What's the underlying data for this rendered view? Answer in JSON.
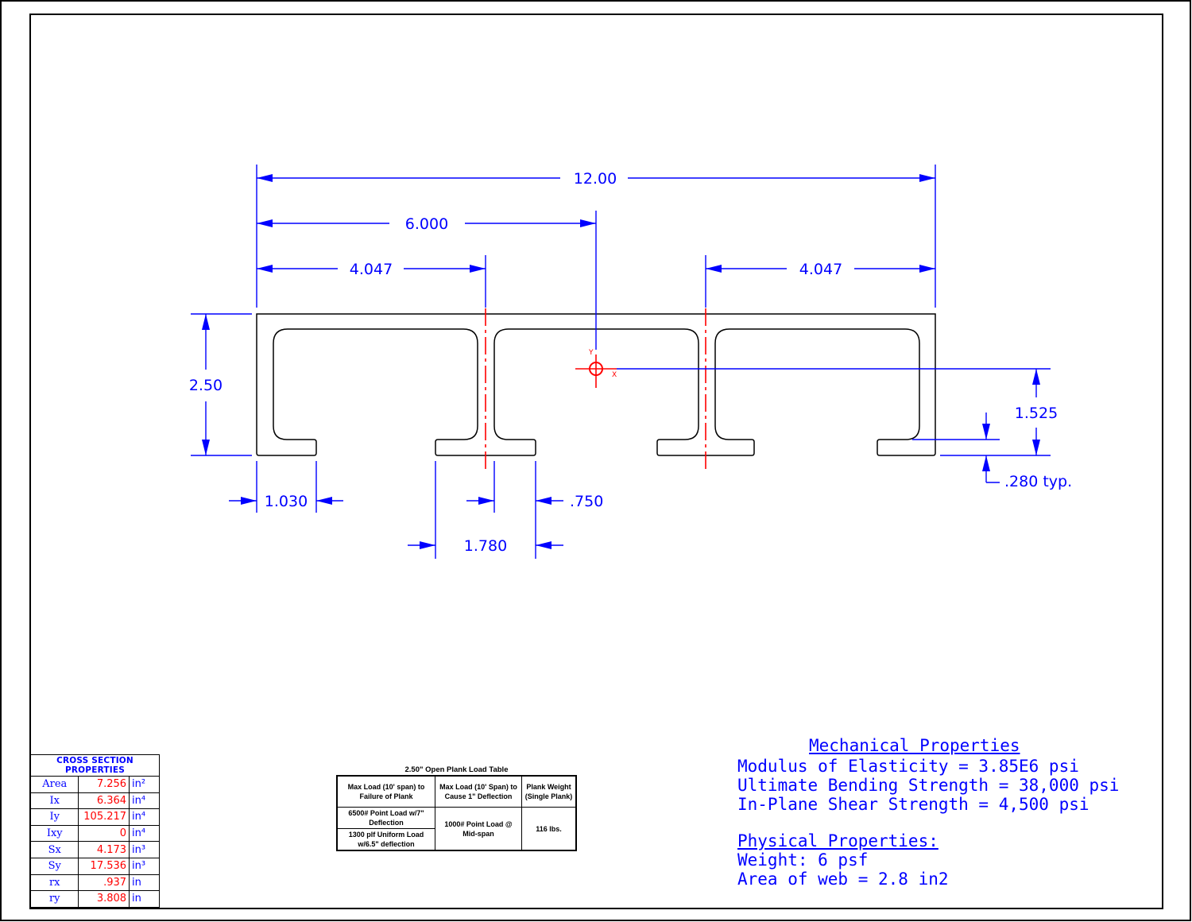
{
  "dimensions": {
    "overall_width": "12.00",
    "centroid_x": "6.000",
    "left_cl": "4.047",
    "right_cl": "4.047",
    "height": "2.50",
    "centroid_y": "1.525",
    "flange_thickness": ".280 typ.",
    "outer_lip": "1.030",
    "web": ".750",
    "inner_lip": "1.780"
  },
  "axis_labels": {
    "y": "Y",
    "x": "X"
  },
  "cross_section_properties": {
    "title": "CROSS SECTION PROPERTIES",
    "rows": [
      {
        "name": "Area",
        "value": "7.256",
        "unit": "in²"
      },
      {
        "name": "Ix",
        "value": "6.364",
        "unit": "in⁴"
      },
      {
        "name": "Iy",
        "value": "105.217",
        "unit": "in⁴"
      },
      {
        "name": "Ixy",
        "value": "0",
        "unit": "in⁴"
      },
      {
        "name": "Sx",
        "value": "4.173",
        "unit": "in³"
      },
      {
        "name": "Sy",
        "value": "17.536",
        "unit": "in³"
      },
      {
        "name": "rx",
        "value": ".937",
        "unit": "in"
      },
      {
        "name": "ry",
        "value": "3.808",
        "unit": "in"
      }
    ]
  },
  "load_table": {
    "caption": "2.50\" Open Plank Load Table",
    "headers": [
      "Max Load (10' span) to Failure of Plank",
      "Max Load (10' Span) to Cause 1\" Deflection",
      "Plank Weight (Single Plank)"
    ],
    "row1_col1": "6500# Point Load w/7\" Deflection",
    "row2_col1": "1300 plf Uniform Load w/6.5\" deflection",
    "col2": "1000# Point Load @ Mid-span",
    "col3": "116 lbs."
  },
  "mechanical": {
    "heading": "Mechanical Properties",
    "lines": [
      "Modulus of Elasticity = 3.85E6 psi",
      "Ultimate Bending Strength = 38,000 psi",
      "In-Plane Shear Strength = 4,500 psi"
    ]
  },
  "physical": {
    "heading": "Physical Properties:",
    "lines": [
      "Weight: 6 psf",
      "Area of web = 2.8 in2"
    ]
  }
}
